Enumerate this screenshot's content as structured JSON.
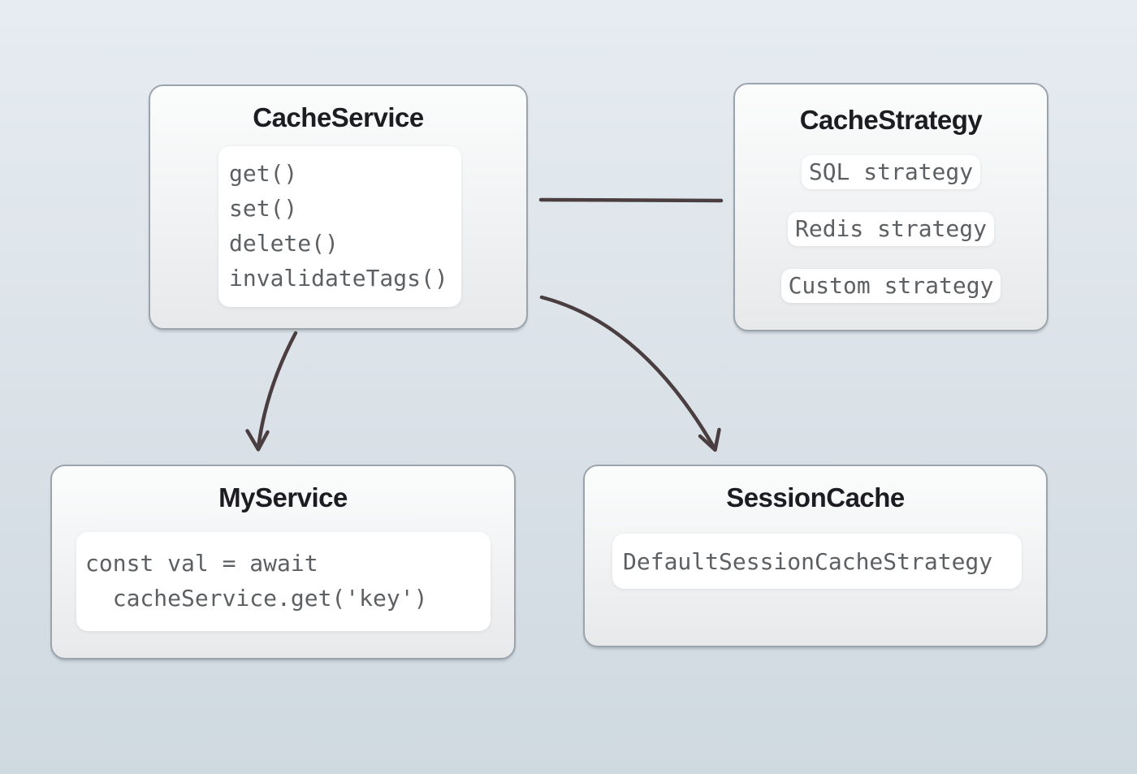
{
  "colors": {
    "background_top": "#e6ecf1",
    "background_bottom": "#cfd9e0",
    "node_border": "#9ba4ac",
    "node_fill_top": "#fbfcfc",
    "node_fill_bottom": "#e7e9ea",
    "panel_fill": "#ffffff",
    "title_text": "#1d1d21",
    "code_text": "#5d6063",
    "arrow": "#4a3e40"
  },
  "nodes": {
    "cacheService": {
      "title": "CacheService",
      "methods": [
        "get()",
        "set()",
        "delete()",
        "invalidateTags()"
      ]
    },
    "cacheStrategy": {
      "title": "CacheStrategy",
      "strategies": [
        "SQL strategy",
        "Redis strategy",
        "Custom strategy"
      ]
    },
    "myService": {
      "title": "MyService",
      "code_lines": [
        "const val = await",
        "  cacheService.get('key')"
      ]
    },
    "sessionCache": {
      "title": "SessionCache",
      "strategy": "DefaultSessionCacheStrategy"
    }
  },
  "edges": [
    {
      "from": "CacheService",
      "to": "CacheStrategy",
      "type": "plain-line"
    },
    {
      "from": "CacheService",
      "to": "MyService",
      "type": "curved-arrow"
    },
    {
      "from": "CacheService",
      "to": "SessionCache",
      "type": "curved-arrow"
    }
  ]
}
